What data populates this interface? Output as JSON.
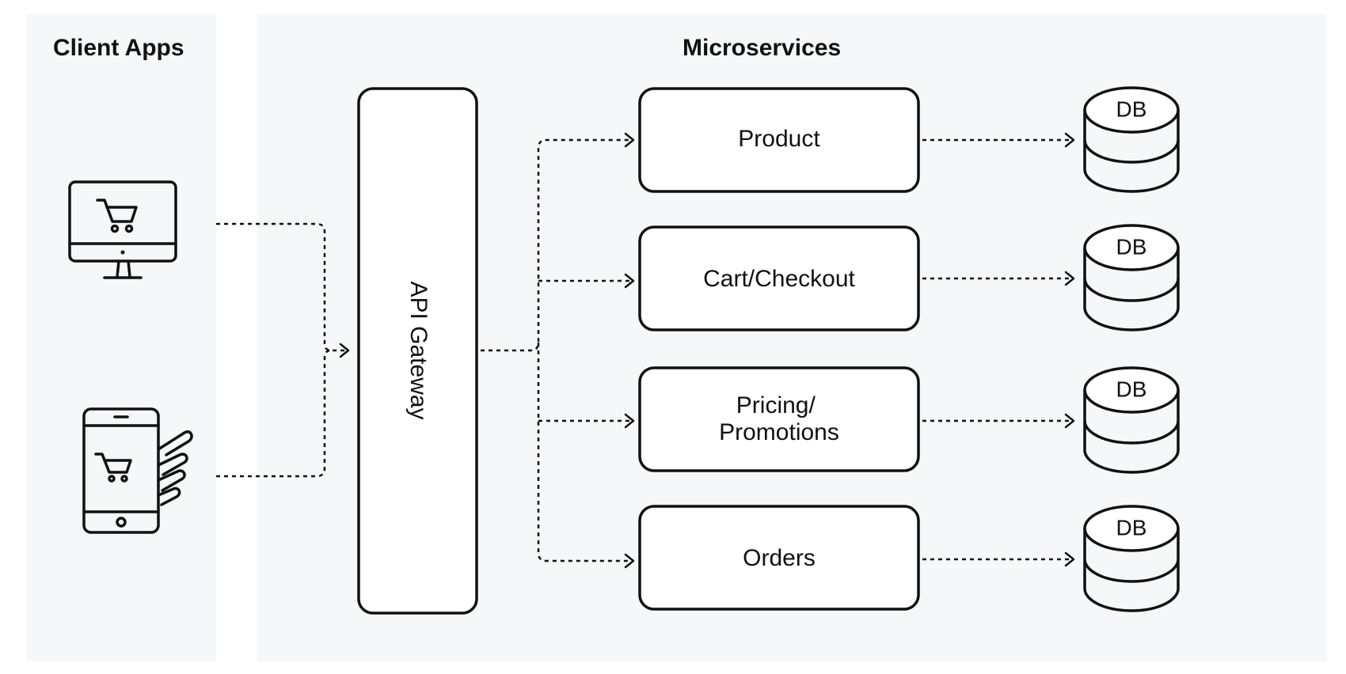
{
  "panels": {
    "client_apps_title": "Client Apps",
    "microservices_title": "Microservices"
  },
  "gateway": {
    "label": "API Gateway"
  },
  "clients": [
    {
      "icon": "desktop-shopping-cart-icon"
    },
    {
      "icon": "mobile-shopping-cart-icon"
    }
  ],
  "services": [
    {
      "label_lines": [
        "Product"
      ],
      "db_label": "DB"
    },
    {
      "label_lines": [
        "Cart/Checkout"
      ],
      "db_label": "DB"
    },
    {
      "label_lines": [
        "Pricing/",
        "Promotions"
      ],
      "db_label": "DB"
    },
    {
      "label_lines": [
        "Orders"
      ],
      "db_label": "DB"
    }
  ],
  "colors": {
    "panel_background": "#f6f7f9",
    "stroke": "#111111",
    "box_fill": "#ffffff"
  }
}
